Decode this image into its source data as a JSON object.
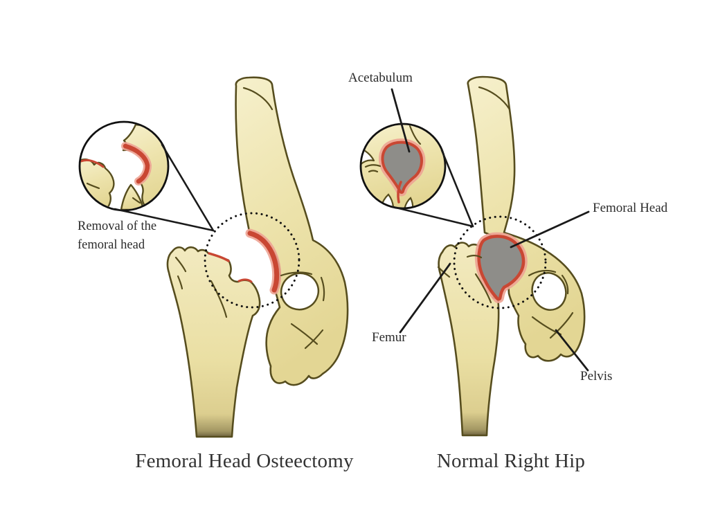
{
  "figure": {
    "left_panel": {
      "caption": "Femoral Head Osteectomy",
      "magnifier_label_line1": "Removal of the",
      "magnifier_label_line2": "femoral head"
    },
    "right_panel": {
      "caption": "Normal Right Hip",
      "labels": {
        "acetabulum": "Acetabulum",
        "femoral_head": "Femoral Head",
        "femur": "Femur",
        "pelvis": "Pelvis"
      }
    },
    "palette": {
      "background": "#FFFFFF",
      "bone_fill": "#EBE1A6",
      "bone_highlight": "#F6F0CC",
      "bone_outline": "#564D1E",
      "cartilage_red": "#C94733",
      "cartilage_glow": "#EDA393",
      "femoral_head_gray": "#8E8D89",
      "callout_line": "#1A1A1A",
      "label_text": "#2B2B2B"
    }
  }
}
